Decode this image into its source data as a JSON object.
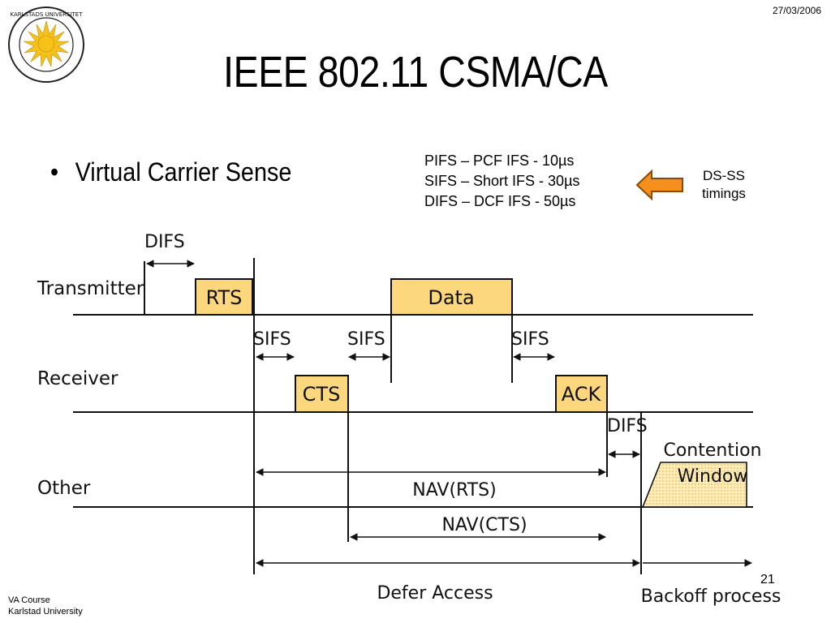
{
  "date": "27/03/2006",
  "title": "IEEE 802.11 CSMA/CA",
  "bullet": "Virtual Carrier Sense",
  "timings": [
    "PIFS – PCF IFS -  10µs",
    "SIFS – Short IFS - 30µs",
    "DIFS – DCF IFS -  50µs"
  ],
  "dsss": [
    "DS-SS",
    "timings"
  ],
  "diagram": {
    "rows": {
      "transmitter": "Transmitter",
      "receiver": "Receiver",
      "other": "Other"
    },
    "frames": {
      "rts": "RTS",
      "data": "Data",
      "cts": "CTS",
      "ack": "ACK"
    },
    "intervals": {
      "difs_tx": "DIFS",
      "sifs_1": "SIFS",
      "sifs_2": "SIFS",
      "sifs_3": "SIFS",
      "difs_other": "DIFS"
    },
    "nav_rts": "NAV(RTS)",
    "nav_cts": "NAV(CTS)",
    "contention": [
      "Contention",
      "Window"
    ],
    "defer": "Defer Access",
    "backoff": "Backoff process"
  },
  "page_number": "21",
  "footer": [
    "VA Course",
    "Karlstad University"
  ],
  "colors": {
    "frame_fill": "#fdd77e",
    "arrow_fill": "#f5901e",
    "line": "#111111",
    "contention_fill": "#fdecb8"
  }
}
